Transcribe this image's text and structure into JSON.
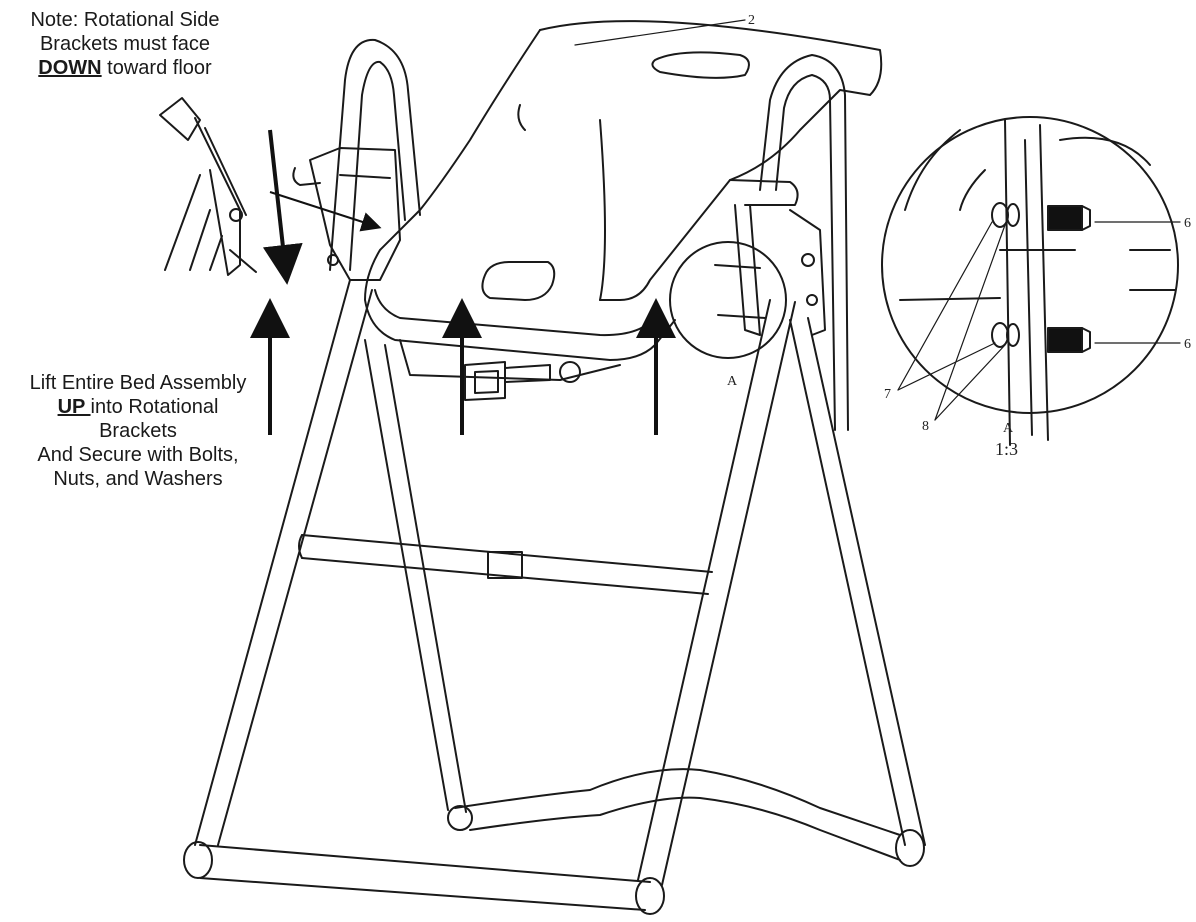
{
  "note_top": {
    "line1": "Note:  Rotational Side",
    "line2": "Brackets must face",
    "line3_bold": "DOWN",
    "line3_rest": " toward floor"
  },
  "note_left": {
    "line1": "Lift Entire Bed Assembly",
    "line2_bold": "UP ",
    "line2_rest": "into Rotational",
    "line3": "Brackets",
    "line4": "And Secure with Bolts,",
    "line5": "Nuts, and Washers"
  },
  "callouts": {
    "part_2": "2",
    "detail_ref": "A",
    "part_6_top": "6",
    "part_6_bottom": "6",
    "part_7": "7",
    "part_8": "8",
    "detail_label": "A",
    "detail_scale": "1:3"
  },
  "colors": {
    "line": "#1a1a1a",
    "background": "#ffffff"
  }
}
